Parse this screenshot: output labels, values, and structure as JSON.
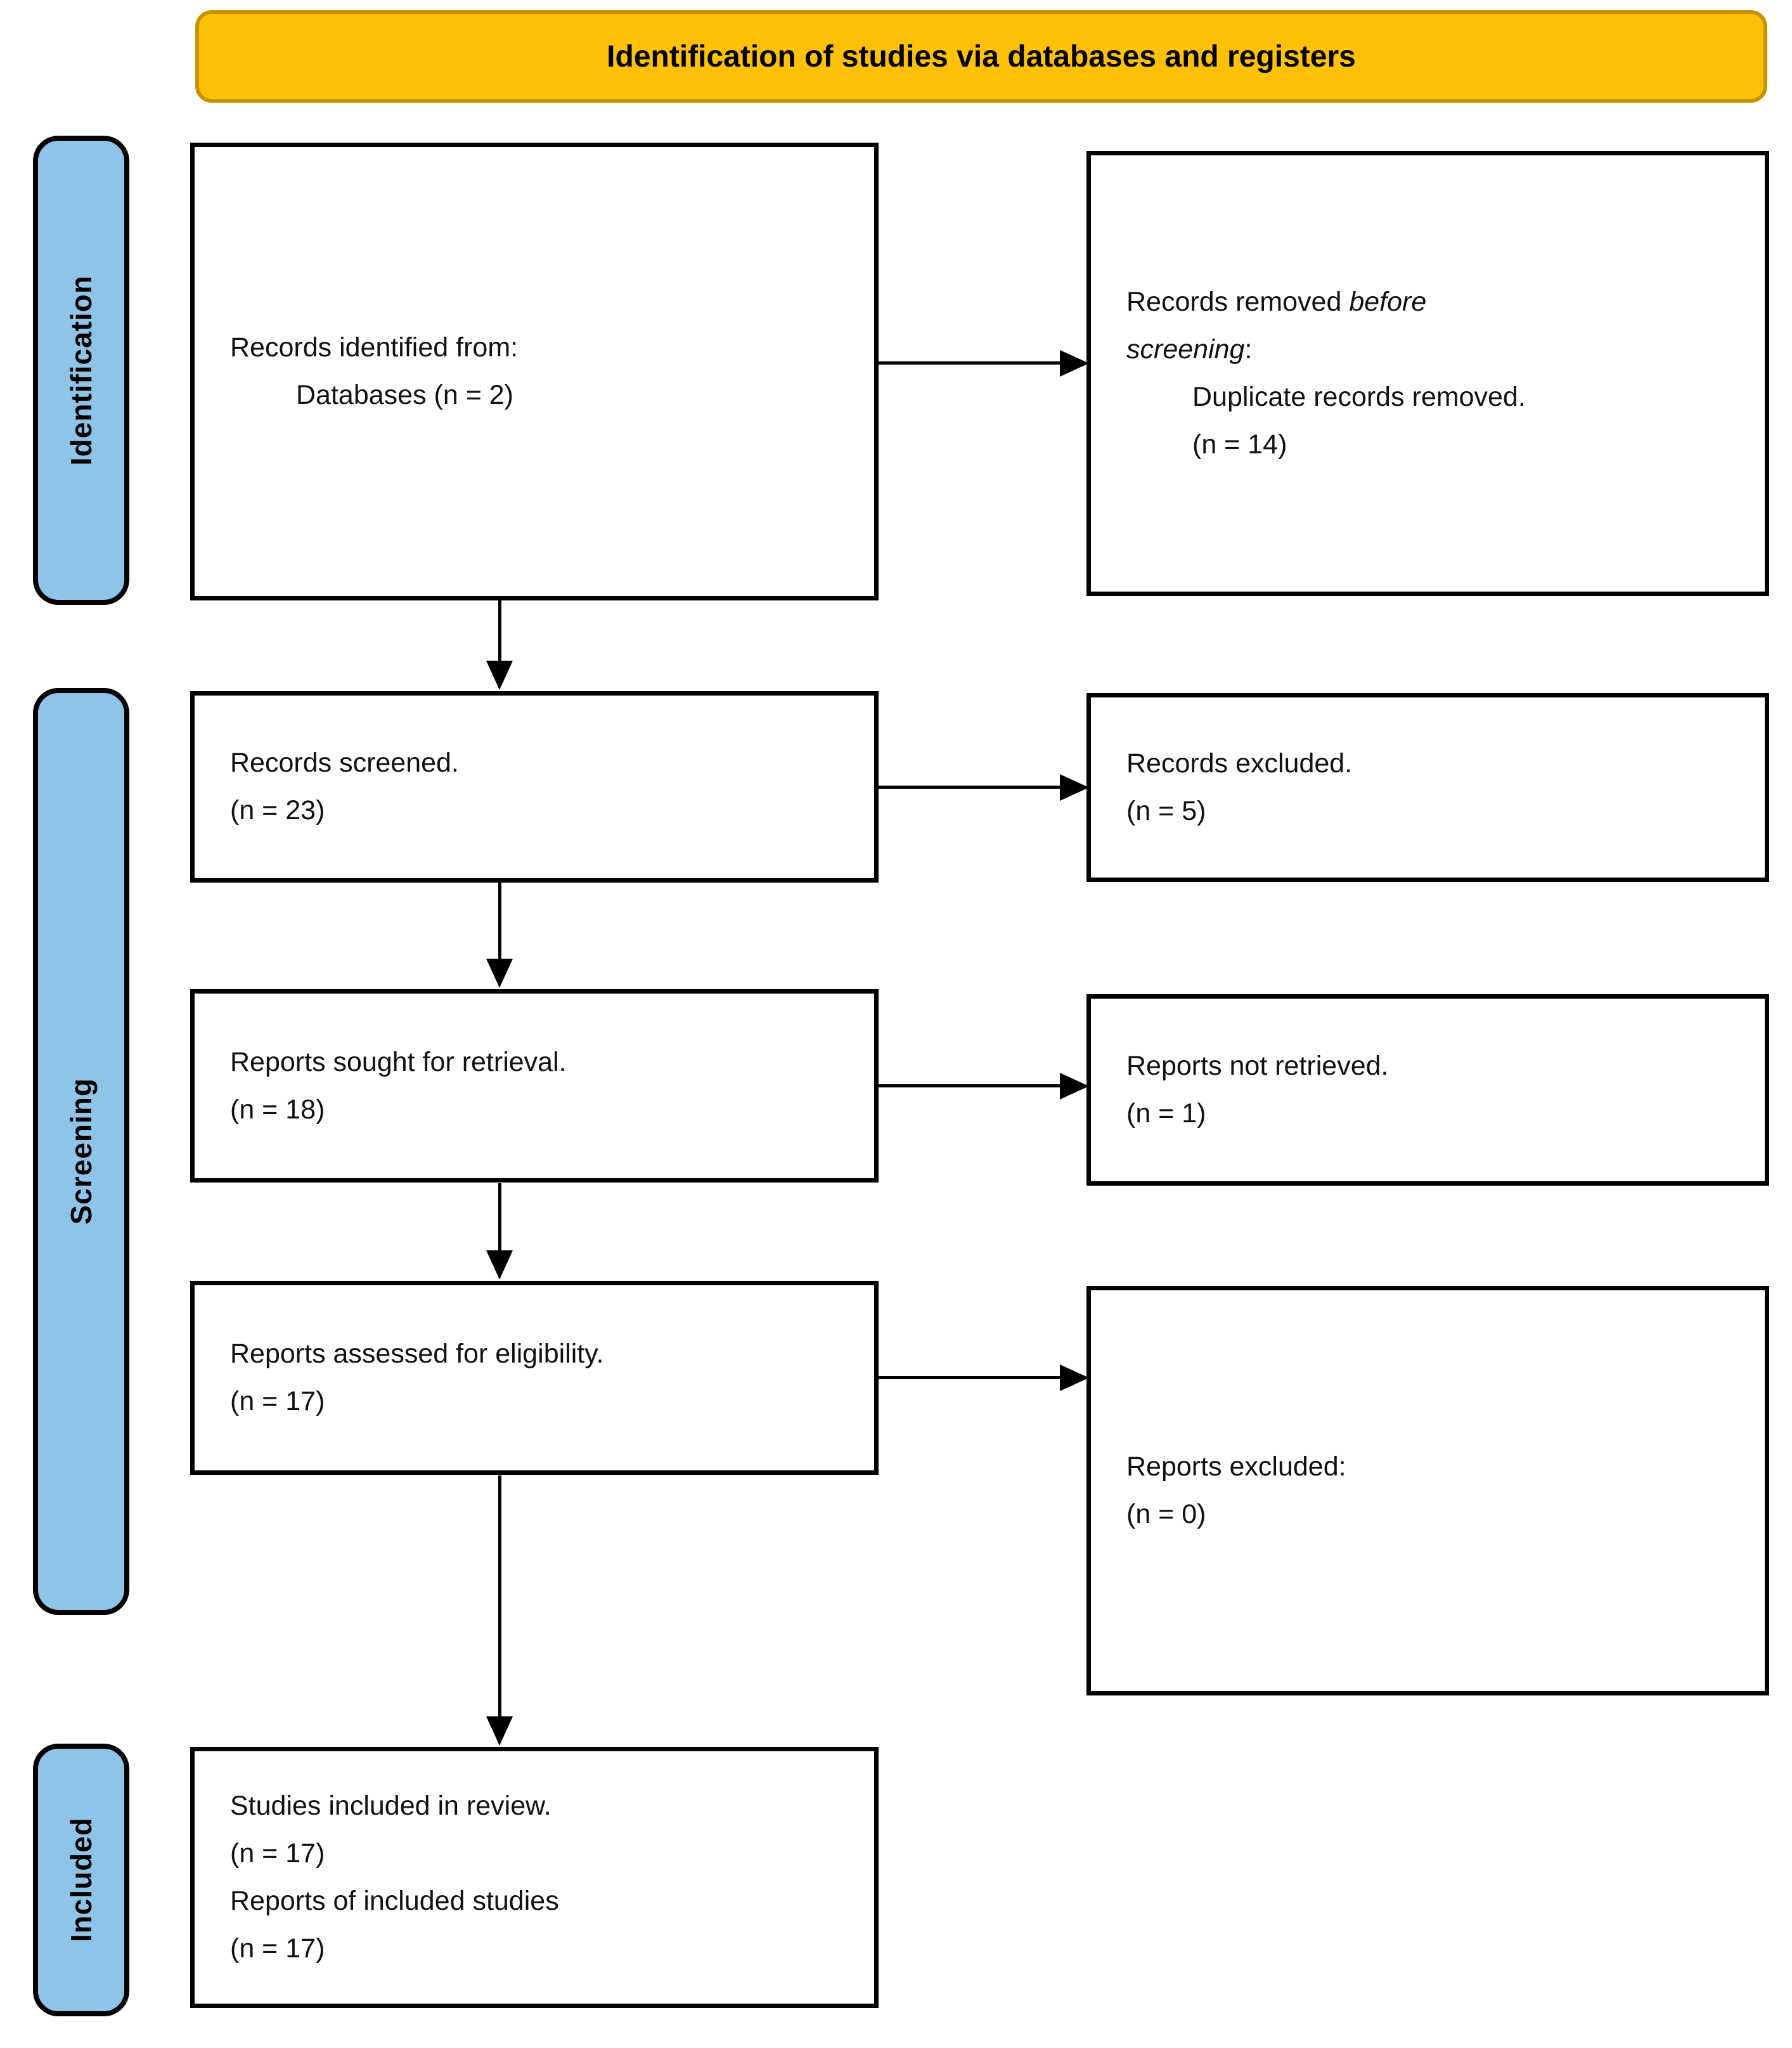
{
  "banner": {
    "title": "Identification of studies via databases and registers"
  },
  "stages": [
    {
      "label": "Identification"
    },
    {
      "label": "Screening"
    },
    {
      "label": "Included"
    }
  ],
  "boxes": {
    "records_identified": {
      "line1": "Records identified from:",
      "line2_indent": "Databases (n = 2)"
    },
    "records_removed_before_screening": {
      "line1_normal": "Records removed ",
      "line1_italic": "before",
      "line2_italic": "screening",
      "line2_normal": ":",
      "line3_indent": "Duplicate records removed.",
      "line4_indent": "(n = 14)"
    },
    "records_screened": {
      "line1": "Records screened.",
      "line2": "(n = 23)"
    },
    "records_excluded": {
      "line1": "Records excluded.",
      "line2": "(n = 5)"
    },
    "reports_sought": {
      "line1": "Reports sought for retrieval.",
      "line2": "(n = 18)"
    },
    "reports_not_retrieved": {
      "line1": "Reports not retrieved.",
      "line2": "(n = 1)"
    },
    "reports_assessed": {
      "line1": "Reports assessed for eligibility.",
      "line2": "(n = 17)"
    },
    "reports_excluded": {
      "line1": "Reports excluded:",
      "line2": "(n = 0)"
    },
    "studies_included": {
      "line1": "Studies included in review.",
      "line2": "(n = 17)",
      "line3": "Reports of included studies",
      "line4": "(n = 17)"
    }
  },
  "colors": {
    "banner_fill": "#FFC107",
    "banner_border": "#C89200",
    "stage_fill": "#8EC4E8",
    "line_color": "#000000"
  }
}
